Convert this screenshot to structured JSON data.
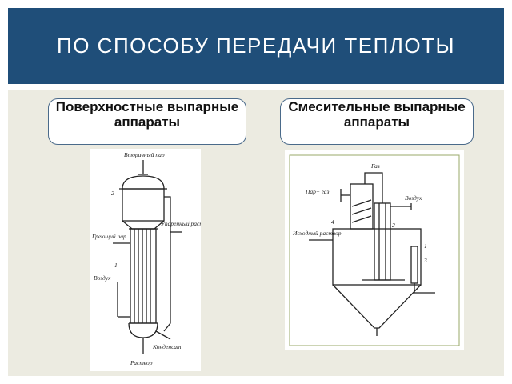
{
  "title": "ПО СПОСОБУ ПЕРЕДАЧИ ТЕПЛОТЫ",
  "left": {
    "heading": "Поверхностные выпарные аппараты",
    "labels": {
      "secondary_steam": "Вторичный пар",
      "num2": "2",
      "heating_steam": "Греющий пар",
      "num1": "1",
      "evaporated_solution": "Упаренный раствор",
      "air": "Воздух",
      "condensate": "Конденсат",
      "solution": "Раствор"
    }
  },
  "right": {
    "heading": "Смесительные выпарные аппараты",
    "labels": {
      "steam_gas": "Пар+ газ",
      "gas": "Газ",
      "air": "Воздух",
      "num4": "4",
      "num2": "2",
      "initial_solution": "Исходный раствор",
      "num1": "1",
      "num3": "3"
    }
  },
  "colors": {
    "header_bg": "#1f4e79",
    "body_bg": "#ecebe1",
    "pill_border": "#4a6a8a"
  }
}
